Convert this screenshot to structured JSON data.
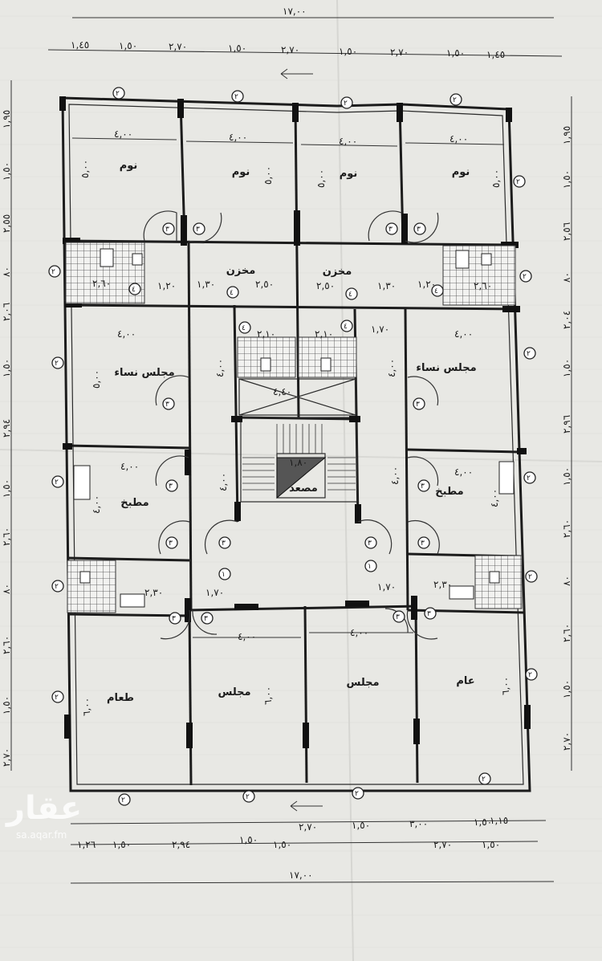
{
  "dimensions": {
    "overall_top": "١٧,٠٠",
    "overall_bottom": "١٧,٠٠",
    "top_segments": [
      "١,٤٥",
      "١,٥٠",
      "٢,٧٠",
      "١,٥٠",
      "٢,٧٠",
      "١,٥٠",
      "٢,٧٠",
      "١,٥٠",
      "١,٤٥"
    ],
    "bottom_segments_upper": [
      "١,١٥",
      "١,٥٠",
      "٣,٠٠",
      "١,٥٠",
      "٢,٧٠",
      "١,٥٠"
    ],
    "bottom_segments_lower": [
      "١,٢٦",
      "١,٥٠",
      "٢,٩٤",
      "١,٥٠",
      "٢,٧٠",
      "١,٥٠"
    ],
    "left_segments": [
      "١,٩٥",
      "١,٥٠",
      "٢,٥٥",
      "٨٠",
      "٢,٠٦",
      "١,٥٠",
      "٢,٩٤",
      "١,٥٠",
      "٢,٦٠",
      "٨٠",
      "٢,٦٠",
      "١,٥٠",
      "٢,٧٠"
    ],
    "right_segments": [
      "١,٩٥",
      "١,٥٠",
      "٢,٥٦",
      "٨٠",
      "٢,٠٤",
      "١,٥٠",
      "٢,٩٦",
      "١,٥٠",
      "٢,٦٠",
      "٨٠",
      "٢,٦٠",
      "١,٥٠",
      "٢,٧٠"
    ]
  },
  "rooms": {
    "bed_1": "نوم",
    "bed_2": "نوم",
    "bed_3": "نوم",
    "bed_4": "نوم",
    "store_left": "مخزن",
    "store_right": "مخزن",
    "women_left": "مجلس نساء",
    "women_right": "مجلس نساء",
    "kitchen_left": "مطبخ",
    "kitchen_right": "مطبخ",
    "elevator": "مصعد",
    "dining": "طعام",
    "majlis_1": "مجلس",
    "majlis_2": "مجلس",
    "room_right_bottom": "عام"
  },
  "room_dims": {
    "w400_a": "٤,٠٠",
    "w400_b": "٤,٠٠",
    "w400_c": "٤,٠٠",
    "w400_d": "٤,٠٠",
    "w400_e": "٤,٠٠",
    "w400_f": "٤,٠٠",
    "w400_g": "٤,٠٠",
    "w400_h": "٤,٠٠",
    "w400_i": "٤,٠٠",
    "w400_j": "٤,٠٠",
    "h500_a": "٥,٠٠",
    "h500_b": "٥,٠٠",
    "h500_c": "٥,٠٠",
    "h500_d": "٥,٠٠",
    "bath_260_l": "٢,٦٠",
    "bath_260_r": "٢,٦٠",
    "d120_l": "١,٢٠",
    "d130_l": "١,٣٠",
    "d130_r": "١,٣٠",
    "d120_r": "١,٢٠",
    "s250_l": "٢,٥٠",
    "s250_r": "٢,٥٠",
    "w210_l": "٢,١٠",
    "w210_r": "٢,١٠",
    "c170": "١,٧٠",
    "hall_440": "٤,٤٠",
    "lift_180": "١,٨٠",
    "h500_women_l": "٥,٠٠",
    "h400_women_l": "٤,٠٠",
    "h400_women_r": "٤,٠٠",
    "h500_kit_l": "٤,٠٠",
    "h500_kit_r": "٤,٠٠",
    "k400_l": "٤,٠٠",
    "k400_r": "٤,٠٠",
    "b230_l": "٢,٣٠",
    "b170_c": "١,٧٠",
    "b170_r": "١,٧٠",
    "b230_r": "٢,٣٠",
    "low400_a": "٤,٠٠",
    "low400_b": "٤,٠٠",
    "low600_a": "٦,٠٠",
    "low600_b": "٦,٠٠",
    "low600_c": "٦,٠٠"
  },
  "watermark": {
    "logo": "عقار",
    "url": "sa.aqar.fm"
  }
}
